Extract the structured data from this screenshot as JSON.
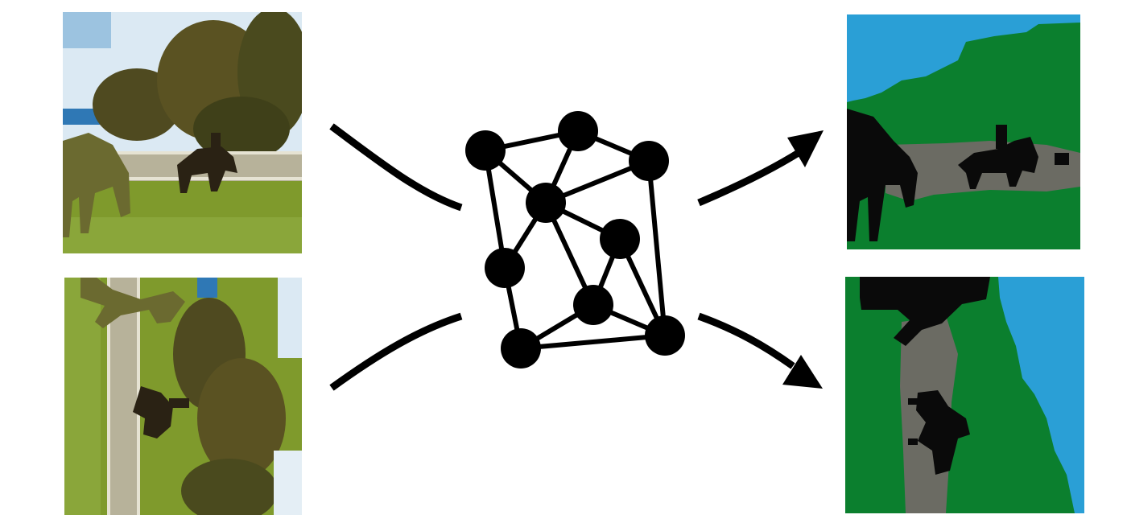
{
  "colors": {
    "background": "#ffffff",
    "ink": "#000000",
    "seg_sky": "#2a9fd6",
    "seg_vegetation": "#0b7f2e",
    "seg_road": "#6b6b63",
    "seg_object": "#0a0a0a",
    "photo_grass": "#7f9a2c",
    "photo_sky": "#dbe9f3",
    "photo_trees": "#4f4a20",
    "photo_fence": "#b7b29a"
  },
  "panels": [
    {
      "id": "input-photo-upright",
      "kind": "photo",
      "orientation": "upright"
    },
    {
      "id": "input-photo-rotated",
      "kind": "photo",
      "orientation": "rotated"
    },
    {
      "id": "output-segmentation-upright",
      "kind": "segmentation",
      "orientation": "upright"
    },
    {
      "id": "output-segmentation-rotated",
      "kind": "segmentation",
      "orientation": "rotated"
    }
  ],
  "graph": {
    "node_count": 9,
    "edges": [
      [
        "a",
        "b"
      ],
      [
        "a",
        "d"
      ],
      [
        "a",
        "f"
      ],
      [
        "b",
        "c"
      ],
      [
        "b",
        "d"
      ],
      [
        "c",
        "d"
      ],
      [
        "c",
        "h"
      ],
      [
        "d",
        "e"
      ],
      [
        "d",
        "f"
      ],
      [
        "d",
        "g"
      ],
      [
        "e",
        "g"
      ],
      [
        "e",
        "h"
      ],
      [
        "f",
        "i"
      ],
      [
        "g",
        "i"
      ],
      [
        "g",
        "h"
      ],
      [
        "i",
        "h"
      ]
    ]
  },
  "icons": [
    "input-curve-top-icon",
    "input-curve-bottom-icon",
    "output-arrow-top-icon",
    "output-arrow-bottom-icon",
    "network-graph-icon"
  ]
}
